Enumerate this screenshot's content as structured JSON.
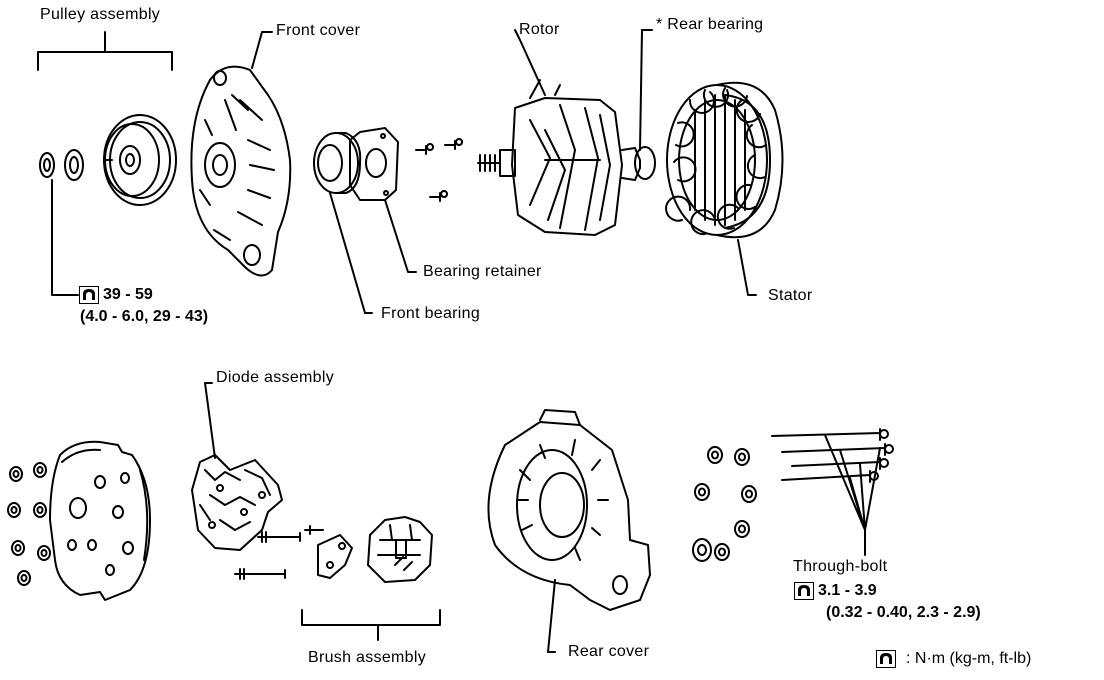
{
  "labels": {
    "pulley_assembly": "Pulley assembly",
    "front_cover": "Front cover",
    "rotor": "Rotor",
    "rear_bearing": "* Rear bearing",
    "bearing_retainer": "Bearing retainer",
    "front_bearing": "Front bearing",
    "stator": "Stator",
    "diode_assembly": "Diode assembly",
    "rear_cover": "Rear cover",
    "brush_assembly": "Brush assembly",
    "through_bolt": "Through-bolt"
  },
  "torque_specs": {
    "pulley_nut": {
      "primary": "39 - 59",
      "secondary": "(4.0 - 6.0, 29 - 43)"
    },
    "through_bolt": {
      "primary": "3.1 - 3.9",
      "secondary": "(0.32 - 0.40, 2.3 - 2.9)"
    }
  },
  "legend": {
    "units": ": N·m (kg-m, ft-lb)"
  },
  "icons": {
    "torque": "torque-wrench-icon"
  }
}
